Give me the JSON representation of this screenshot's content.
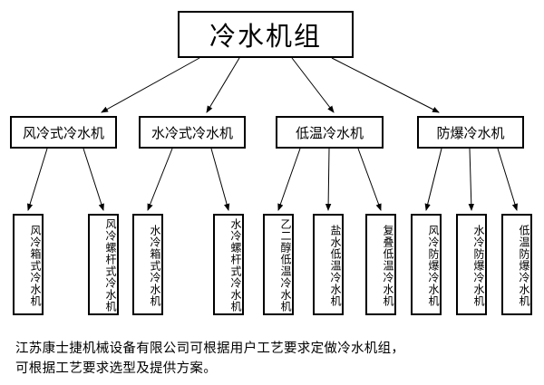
{
  "diagram": {
    "title": "冷水机组",
    "root": {
      "label": "冷水机组"
    },
    "level2": [
      {
        "label": "风冷式冷水机"
      },
      {
        "label": "水冷式冷水机"
      },
      {
        "label": "低温冷水机"
      },
      {
        "label": "防爆冷水机"
      }
    ],
    "leaves": [
      {
        "label": "风冷箱式冷水机",
        "parent": "风冷式冷水机"
      },
      {
        "label": "风冷螺杆式冷水机",
        "parent": "风冷式冷水机"
      },
      {
        "label": "水冷箱式冷水机",
        "parent": "水冷式冷水机"
      },
      {
        "label": "水冷螺杆式冷水机",
        "parent": "水冷式冷水机"
      },
      {
        "label": "乙二醇低温冷水机",
        "parent": "低温冷水机"
      },
      {
        "label": "盐水低温冷水机",
        "parent": "低温冷水机"
      },
      {
        "label": "复叠低温冷水机",
        "parent": "低温冷水机"
      },
      {
        "label": "风冷防爆冷水机",
        "parent": "防爆冷水机"
      },
      {
        "label": "水冷防爆冷水机",
        "parent": "防爆冷水机"
      },
      {
        "label": "低温防爆冷水机",
        "parent": "防爆冷水机"
      }
    ]
  },
  "footer": {
    "line1": "江苏康士捷机械设备有限公司可根据用户工艺要求定做冷水机组，",
    "line2": "可根据工艺要求选型及提供方案。"
  },
  "colors": {
    "background": "#ffffff",
    "border": "#000000",
    "text": "#000000",
    "connector": "#000000"
  }
}
